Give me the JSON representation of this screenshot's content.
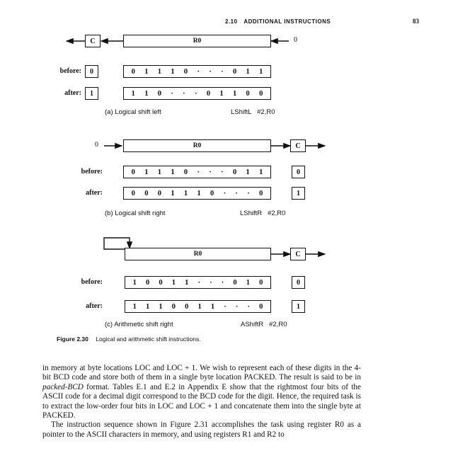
{
  "header": {
    "section": "2.10",
    "title": "ADDITIONAL INSTRUCTIONS",
    "page": "83"
  },
  "diagram_a": {
    "flag_label": "C",
    "register_label": "R0",
    "input_value": "0",
    "before_label": "before:",
    "after_label": "after:",
    "before_flag": "0",
    "after_flag": "1",
    "before_bits": [
      "0",
      "1",
      "1",
      "1",
      "0",
      "·",
      "·",
      "·",
      "0",
      "1",
      "1"
    ],
    "after_bits": [
      "1",
      "1",
      "0",
      "·",
      "·",
      "·",
      "0",
      "1",
      "1",
      "0",
      "0"
    ],
    "caption": "(a) Logical shift left",
    "instruction": "LShiftL   #2,R0"
  },
  "diagram_b": {
    "flag_label": "C",
    "register_label": "R0",
    "input_value": "0",
    "before_label": "before:",
    "after_label": "after:",
    "before_flag": "0",
    "after_flag": "1",
    "before_bits": [
      "0",
      "1",
      "1",
      "1",
      "0",
      "·",
      "·",
      "·",
      "0",
      "1",
      "1"
    ],
    "after_bits": [
      "0",
      "0",
      "0",
      "1",
      "1",
      "1",
      "0",
      "·",
      "·",
      "·",
      "0"
    ],
    "caption": "(b) Logical shift right",
    "instruction": "LShiftR   #2,R0"
  },
  "diagram_c": {
    "flag_label": "C",
    "register_label": "R0",
    "before_label": "before:",
    "after_label": "after:",
    "before_flag": "0",
    "after_flag": "1",
    "before_bits": [
      "1",
      "0",
      "0",
      "1",
      "1",
      "·",
      "·",
      "·",
      "0",
      "1",
      "0"
    ],
    "after_bits": [
      "1",
      "1",
      "1",
      "0",
      "0",
      "1",
      "1",
      "·",
      "·",
      "·",
      "0"
    ],
    "caption": "(c) Arithmetic shift right",
    "instruction": "AShiftR   #2,R0"
  },
  "figure": {
    "number": "Figure 2.30",
    "caption": "Logical and arithmetic shift instructions."
  },
  "body_text": {
    "p1_a": "in memory at byte locations LOC and LOC + 1. We wish to represent each of these digits in the 4-bit BCD code and store both of them in a single byte location PACKED. The result is said to be in ",
    "p1_em": "packed-BCD",
    "p1_b": " format. Tables E.1 and E.2 in Appendix E show that the rightmost four bits of the ASCII code for a decimal digit correspond to the BCD code for the digit. Hence, the required task is to extract the low-order four bits in LOC and LOC + 1 and concatenate them into the single byte at PACKED.",
    "p2": "The instruction sequence shown in Figure 2.31 accomplishes the task using register R0 as a pointer to the ASCII characters in memory, and using registers R1 and R2 to"
  }
}
